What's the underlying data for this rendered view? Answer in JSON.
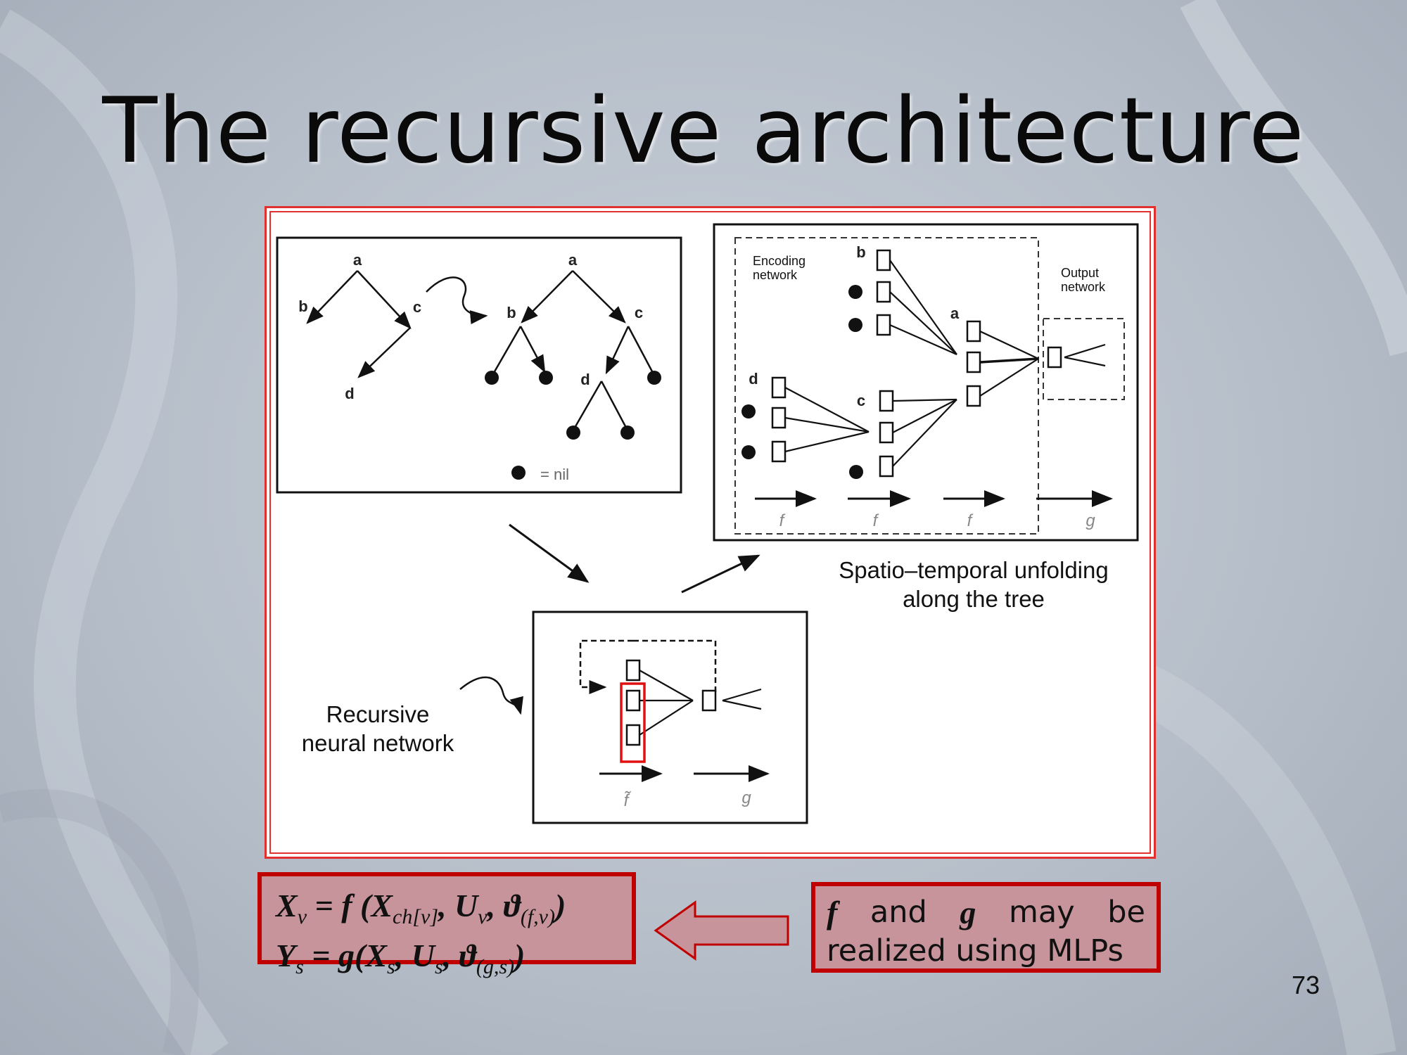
{
  "title": "The recursive architecture",
  "tree_diagram": {
    "left_tree": {
      "root": "a",
      "left": "b",
      "right": "c",
      "grandchild": "d"
    },
    "right_tree": {
      "root": "a",
      "left": "b",
      "right": "c",
      "grandchild": "d"
    },
    "legend_nil": "= nil"
  },
  "unfolding_diagram": {
    "encoding_label": [
      "Encoding",
      "network"
    ],
    "output_label": [
      "Output",
      "network"
    ],
    "node_labels": {
      "b": "b",
      "a": "a",
      "d": "d",
      "c": "c"
    },
    "step_labels": [
      "f",
      "f",
      "f",
      "g"
    ]
  },
  "unfolding_caption": [
    "Spatio–temporal unfolding",
    "along the tree"
  ],
  "rnn_diagram": {
    "step_labels": [
      "f̃",
      "g"
    ]
  },
  "rnn_caption": [
    "Recursive",
    "neural network"
  ],
  "formula": {
    "line1": {
      "lhs": "X",
      "lhs_sub": "v",
      "eq": " = f (X",
      "arg1_sub": "ch[v]",
      "arg2": ", U",
      "arg2_sub": "v",
      "arg3": ", ϑ",
      "arg3_sub": "(f,v)",
      "close": ")"
    },
    "line2": {
      "lhs": "Y",
      "lhs_sub": "s",
      "eq": " = g(X",
      "arg1_sub": "s",
      "arg2": ", U",
      "arg2_sub": "s",
      "arg3": ", ϑ",
      "arg3_sub": "(g,s)",
      "close": ")"
    }
  },
  "mlp_note": {
    "f": "f",
    "and": "and",
    "g": "g",
    "may": "may",
    "be": "be",
    "line2": "realized using MLPs"
  },
  "page_number": "73",
  "colors": {
    "accent_red": "#c00000",
    "box_fill": "#c6949a"
  }
}
